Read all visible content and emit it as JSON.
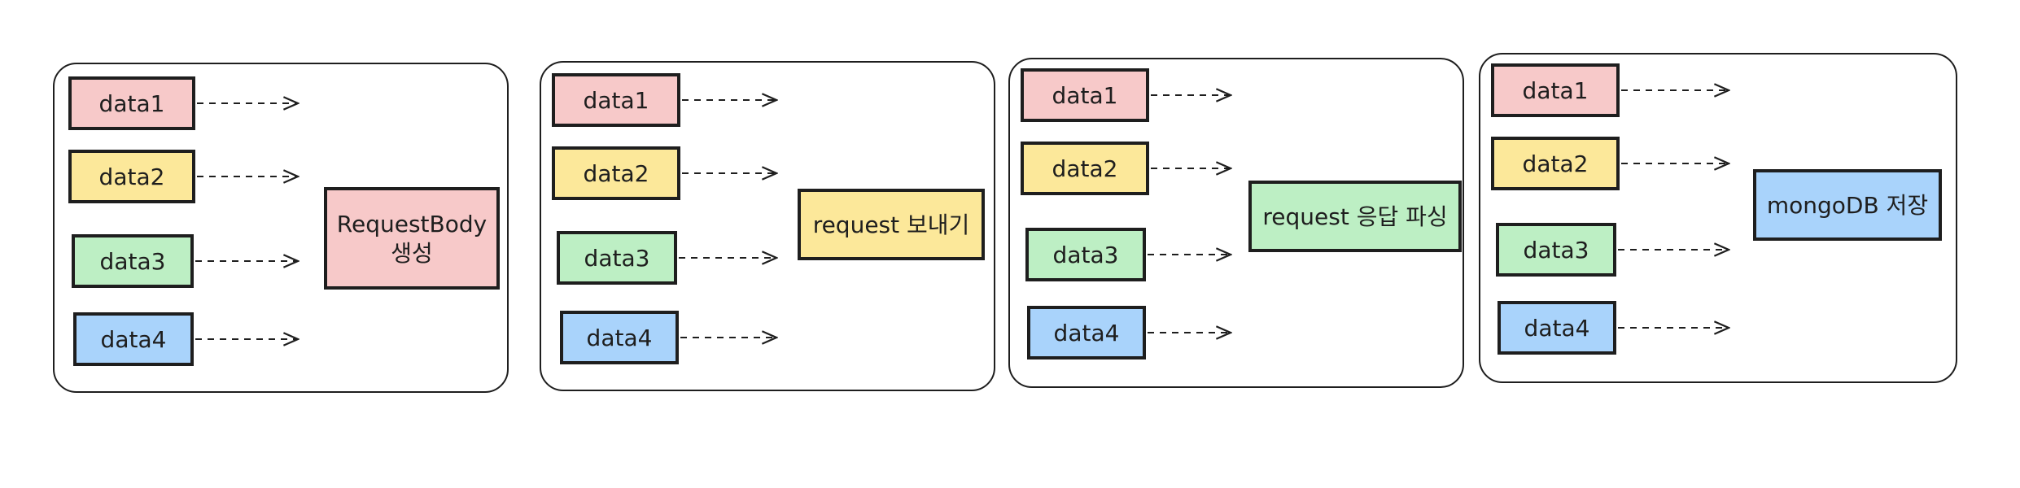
{
  "colors": {
    "stroke": "#1e1e1e",
    "red": "#f7c9c9",
    "yellow": "#fce89a",
    "green": "#bdefc4",
    "blue": "#a9d3fb",
    "panel_fill": "#ffffff"
  },
  "panels": [
    {
      "inputs": [
        {
          "label": "data1",
          "color": "red"
        },
        {
          "label": "data2",
          "color": "yellow"
        },
        {
          "label": "data3",
          "color": "green"
        },
        {
          "label": "data4",
          "color": "blue"
        }
      ],
      "output": {
        "lines": [
          "RequestBody",
          "생성"
        ],
        "color": "red"
      }
    },
    {
      "inputs": [
        {
          "label": "data1",
          "color": "red"
        },
        {
          "label": "data2",
          "color": "yellow"
        },
        {
          "label": "data3",
          "color": "green"
        },
        {
          "label": "data4",
          "color": "blue"
        }
      ],
      "output": {
        "lines": [
          "request 보내기"
        ],
        "color": "yellow"
      }
    },
    {
      "inputs": [
        {
          "label": "data1",
          "color": "red"
        },
        {
          "label": "data2",
          "color": "yellow"
        },
        {
          "label": "data3",
          "color": "green"
        },
        {
          "label": "data4",
          "color": "blue"
        }
      ],
      "output": {
        "lines": [
          "request 응답 파싱"
        ],
        "color": "green"
      }
    },
    {
      "inputs": [
        {
          "label": "data1",
          "color": "red"
        },
        {
          "label": "data2",
          "color": "yellow"
        },
        {
          "label": "data3",
          "color": "green"
        },
        {
          "label": "data4",
          "color": "blue"
        }
      ],
      "output": {
        "lines": [
          "mongoDB 저장"
        ],
        "color": "blue"
      }
    }
  ]
}
